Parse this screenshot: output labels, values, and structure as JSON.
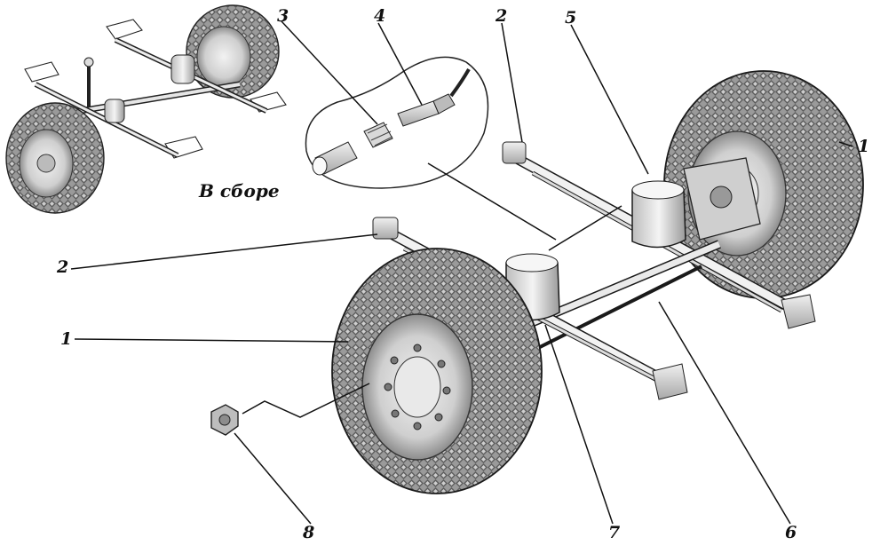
{
  "caption": "В сборе",
  "callouts": {
    "c1a": "1",
    "c1b": "1",
    "c2a": "2",
    "c2b": "2",
    "c3": "3",
    "c4": "4",
    "c5": "5",
    "c6": "6",
    "c7": "7",
    "c8": "8"
  },
  "colors": {
    "ink": "#1a1a1a",
    "tire": "#8a8a8a",
    "paper": "#ffffff"
  }
}
